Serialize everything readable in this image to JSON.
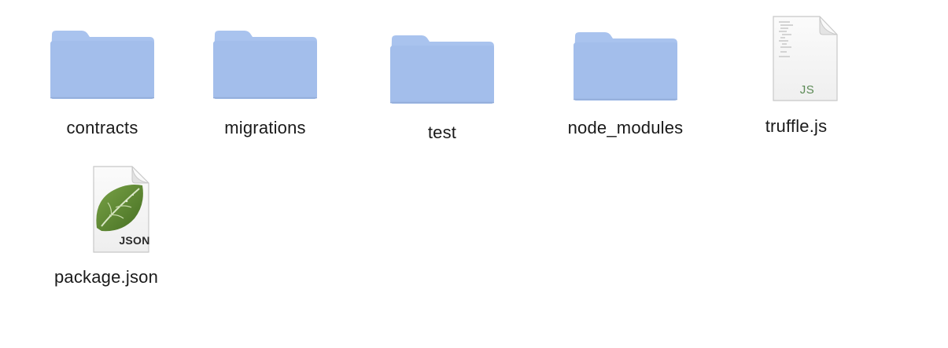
{
  "colors": {
    "folder_back": "#a7c1ec",
    "folder_front": "#a3beeb",
    "folder_shadow": "#9ab3de",
    "doc_paper": "#f7f7f7",
    "doc_border": "#c9c9c9",
    "js_badge": "#5a8a52",
    "leaf_dark": "#4e7a2c",
    "leaf_light": "#6d9a3d",
    "label_text": "#1a1a1a"
  },
  "items": [
    {
      "label": "contracts",
      "type": "folder",
      "icon": "folder-icon"
    },
    {
      "label": "migrations",
      "type": "folder",
      "icon": "folder-icon"
    },
    {
      "label": "test",
      "type": "folder",
      "icon": "folder-icon"
    },
    {
      "label": "node_modules",
      "type": "folder",
      "icon": "folder-icon"
    },
    {
      "label": "truffle.js",
      "type": "js-file",
      "icon": "js-file-icon",
      "badge": "JS"
    },
    {
      "label": "package.json",
      "type": "json-file",
      "icon": "json-file-icon",
      "badge": "JSON"
    }
  ]
}
